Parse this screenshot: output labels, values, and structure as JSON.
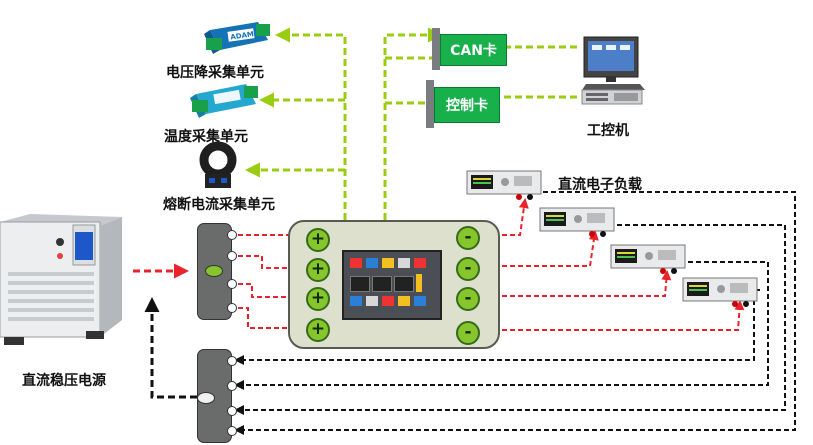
{
  "labels": {
    "voltage_drop_unit": "电压降采集单元",
    "temperature_unit": "温度采集单元",
    "fuse_current_unit": "熔断电流采集单元",
    "can_card": "CAN卡",
    "control_card": "控制卡",
    "ipc": "工控机",
    "dc_load": "直流电子负载",
    "dc_supply": "直流稳压电源"
  },
  "module_brand": "ADAM",
  "terminals": {
    "positive": [
      "+",
      "+",
      "+",
      "+"
    ],
    "negative": [
      "-",
      "-",
      "-",
      "-"
    ]
  },
  "colors": {
    "signal_line": "#9acd12",
    "power_line": "#e8232b",
    "return_line": "#111111",
    "card": "#18b04a",
    "terminal": "#86c52c"
  }
}
